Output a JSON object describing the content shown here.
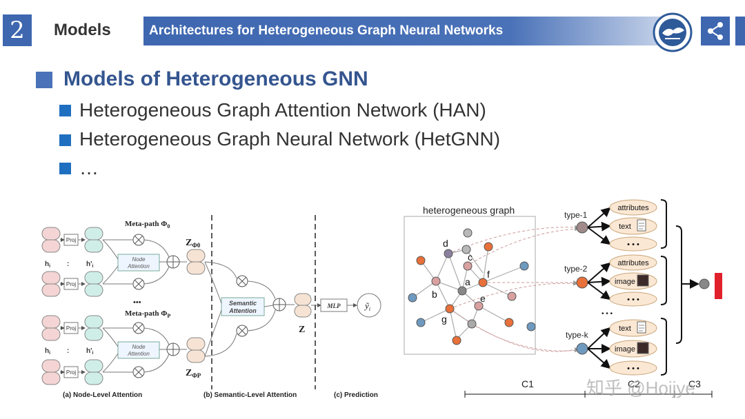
{
  "header": {
    "section_number": "2",
    "section_title": "Models",
    "banner_title": "Architectures for Heterogeneous Graph Neural Networks"
  },
  "icons": {
    "logo": "university-seal-icon",
    "share": "share-icon"
  },
  "colors": {
    "accent": "#3e67b0",
    "title": "#34558f",
    "bullet": "#1f6fc0"
  },
  "main": {
    "heading": "Models of Heterogeneous GNN",
    "bullets": [
      "Heterogeneous Graph Attention Network (HAN)",
      "Heterogeneous Graph Neural  Network (HetGNN)",
      "…"
    ]
  },
  "han": {
    "h_i": "h",
    "h_i_sub": "i",
    "h_prime": "h'",
    "h_prime_sub": "i",
    "proj": "Proj",
    "dots": ":",
    "meta_path_0": "Meta-path Φ",
    "meta_path_0_sub": "0",
    "meta_path_p": "Meta-path Φ",
    "meta_path_p_sub": "P",
    "ellipsis": "•••",
    "node_attention_1": "Node",
    "node_attention_2": "Attention",
    "z_phi0": "Z",
    "z_phi0_sub": "Φ0",
    "z_phip": "Z",
    "z_phip_sub": "ΦP",
    "semantic_1": "Semantic",
    "semantic_2": "Attention",
    "z": "Z",
    "mlp": "MLP",
    "y_hat": "ỹ",
    "y_hat_sub": "i",
    "caption_a": "(a) Node-Level Attention",
    "caption_b": "(b) Semantic-Level Attention",
    "caption_c": "(c) Prediction"
  },
  "hetgnn": {
    "graph_title": "heterogeneous graph",
    "node_labels": [
      "d",
      "c",
      "a",
      "f",
      "b",
      "e",
      "g"
    ],
    "type1": "type-1",
    "type2": "type-2",
    "typek": "type-k",
    "attributes": "attributes",
    "text": "text",
    "image": "image",
    "dots": "• • •",
    "vdots": "• • •",
    "c1": "C1",
    "c2": "C2",
    "c3": "C3",
    "watermark": "知乎 @Hoijye"
  }
}
